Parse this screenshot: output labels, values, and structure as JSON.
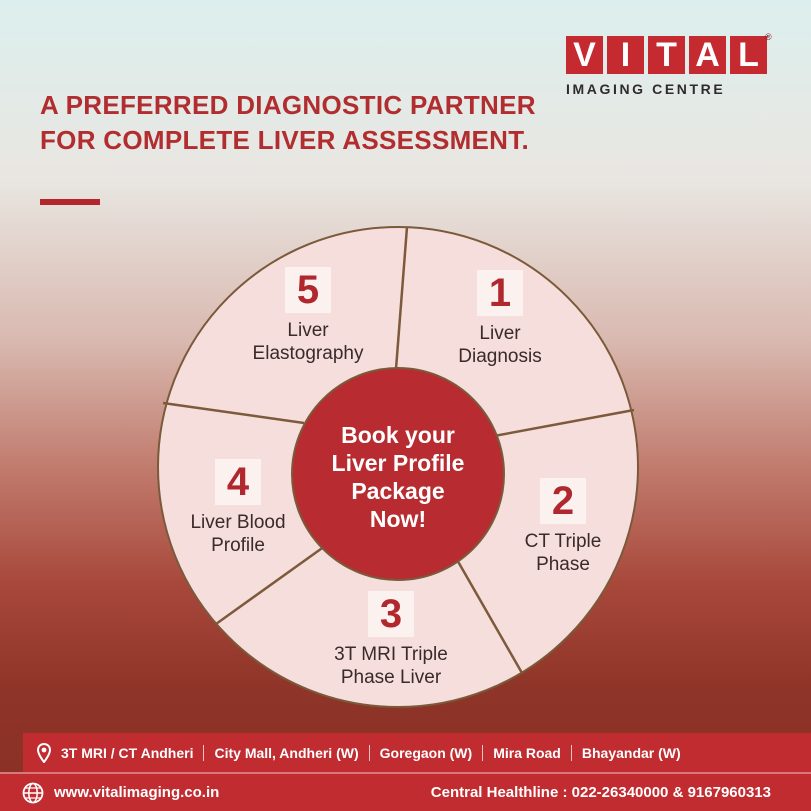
{
  "brand": {
    "logo_letters": [
      "V",
      "I",
      "T",
      "A",
      "L"
    ],
    "registered_mark": "®",
    "subtitle": "IMAGING CENTRE",
    "color": "#c52a31"
  },
  "headline": "A PREFERRED DIAGNOSTIC PARTNER FOR COMPLETE LIVER ASSESSMENT.",
  "wheel": {
    "center": "Book your\nLiver Profile\nPackage\nNow!",
    "segments": [
      {
        "number": "1",
        "label": "Liver\nDiagnosis"
      },
      {
        "number": "2",
        "label": "CT Triple\nPhase"
      },
      {
        "number": "3",
        "label": "3T MRI Triple\nPhase Liver"
      },
      {
        "number": "4",
        "label": "Liver Blood\nProfile"
      },
      {
        "number": "5",
        "label": "Liver\nElastography"
      }
    ],
    "segment_color": "#f5dedc",
    "center_color": "#b82c31"
  },
  "footer": {
    "location_icon": "map-pin-icon",
    "locations": [
      "3T MRI / CT Andheri",
      "City Mall, Andheri (W)",
      "Goregaon (W)",
      "Mira Road",
      "Bhayandar (W)"
    ],
    "web_icon": "globe-icon",
    "website": "www.vitalimaging.co.in",
    "helpline": "Central Healthline : 022-26340000 & 9167960313",
    "color": "#c12c31"
  }
}
